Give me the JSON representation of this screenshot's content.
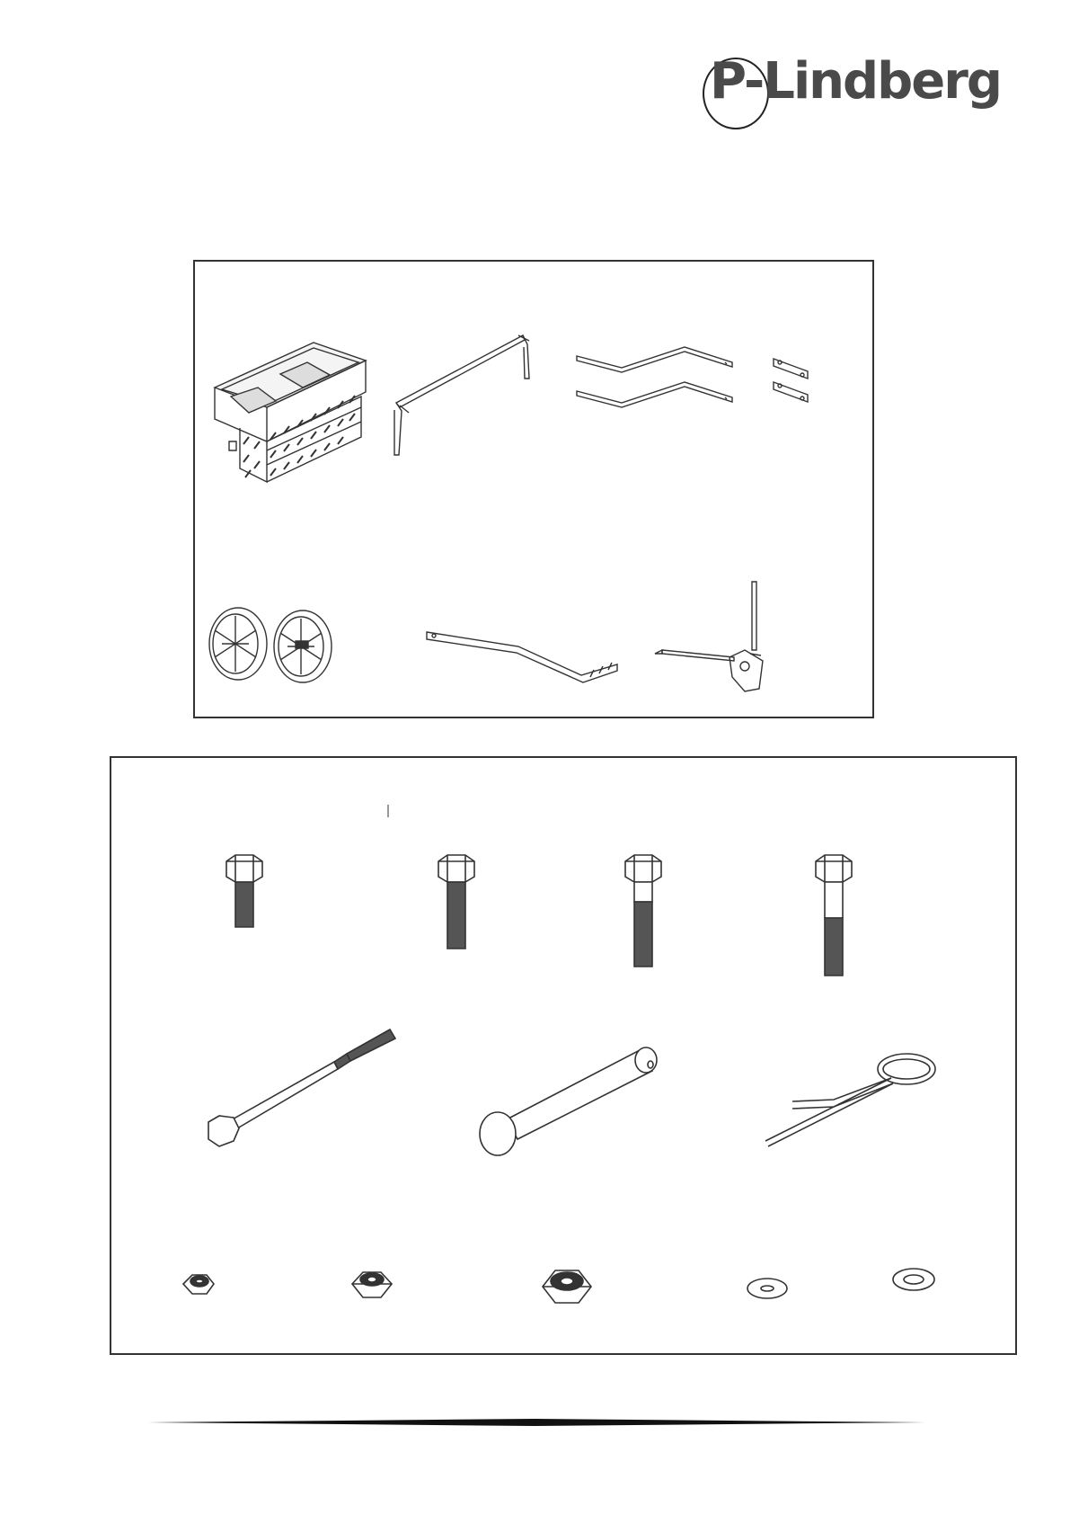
{
  "brand": {
    "logo_text": "P-Lindberg"
  },
  "parts_panel": {
    "items": [
      "aerator-drum-housing",
      "u-handle",
      "handle-bars-pair",
      "link-plates-pair",
      "wheels-pair",
      "hitch-bar",
      "depth-adjust-lever"
    ]
  },
  "hardware_panel": {
    "rows": [
      [
        "hex-bolt-short",
        "hex-bolt-medium",
        "hex-bolt-long",
        "hex-bolt-extra-long"
      ],
      [
        "long-hex-bolt",
        "clevis-pin",
        "hair-pin-clip"
      ],
      [
        "lock-nut-small",
        "lock-nut-medium",
        "lock-nut-large",
        "flat-washer-small",
        "flat-washer-large"
      ]
    ]
  }
}
